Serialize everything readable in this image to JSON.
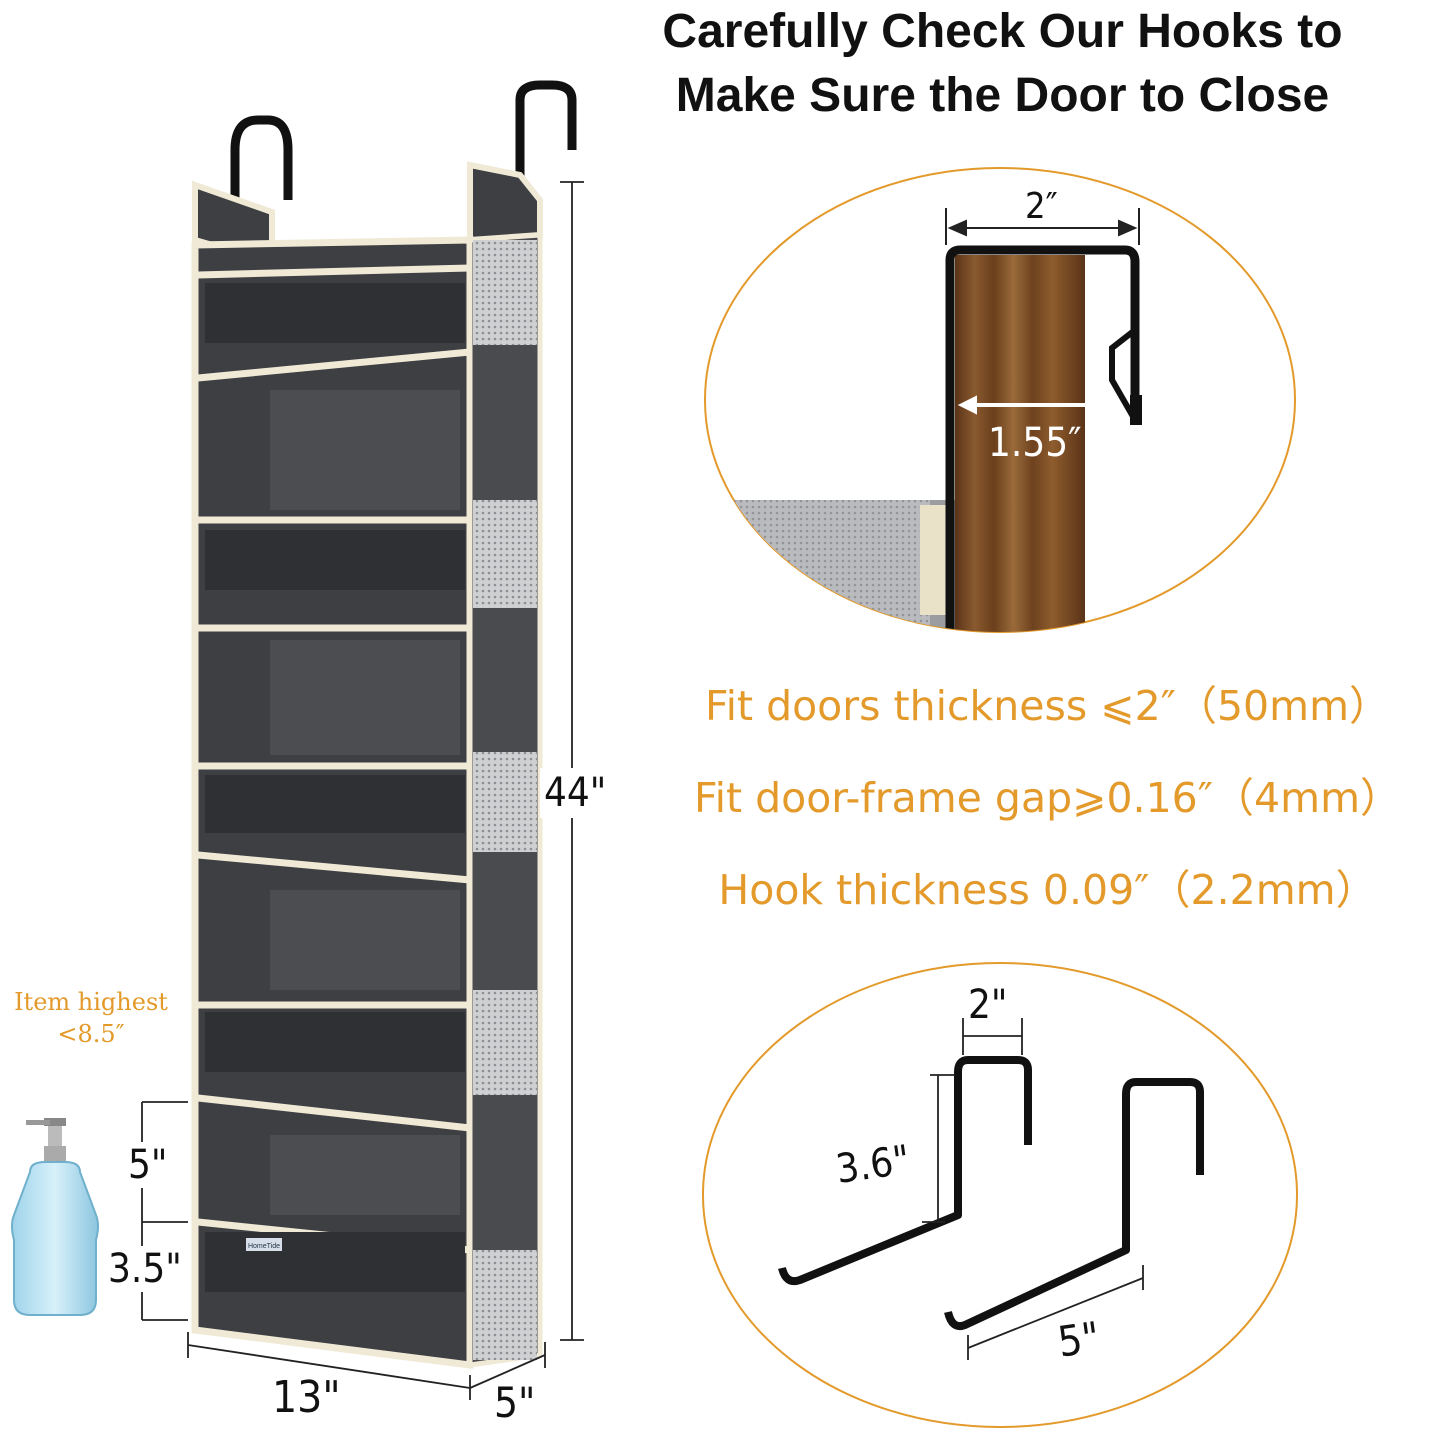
{
  "headline": {
    "line1": "Carefully Check Our Hooks to",
    "line2": "Make Sure the Door to Close"
  },
  "specs": [
    "Fit doors thickness ⩽2″（50mm）",
    "Fit door-frame gap⩾0.16″（4mm）",
    "Hook thickness 0.09″（2.2mm）"
  ],
  "organizer": {
    "height_label": "44\"",
    "width_label": "13\"",
    "depth_label": "5\"",
    "pocket_label": "5\"",
    "lower_pocket_label": "3.5\"",
    "item_note_line1": "Item highest",
    "item_note_line2": "<8.5″",
    "tag_text": "HomeTide"
  },
  "door_closeup": {
    "hook_width_label": "2″",
    "door_thickness_label": "1.55″"
  },
  "hooks_closeup": {
    "width_label": "2\"",
    "height_label": "3.6\"",
    "length_label": "5\""
  },
  "colors": {
    "accent_orange": "#e39a2b",
    "fabric_dark": "#3e3f42",
    "trim_cream": "#efe9d6",
    "hook_black": "#111111",
    "wood_brown": "#7a4a25"
  }
}
